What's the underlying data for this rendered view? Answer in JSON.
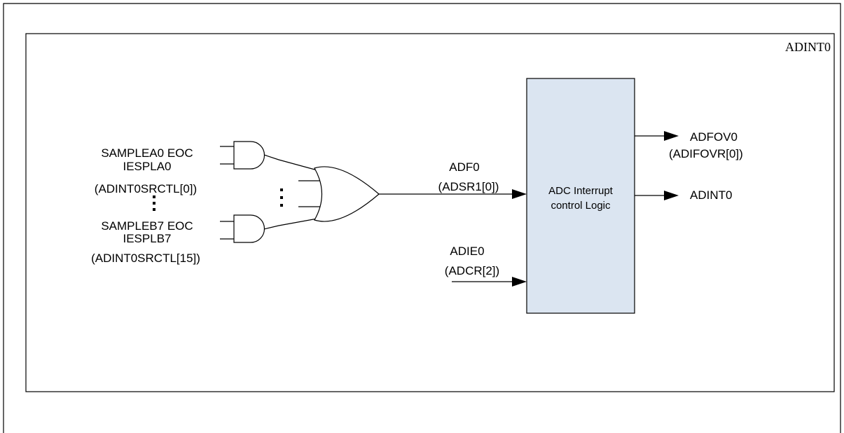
{
  "diagram": {
    "box_label": "ADINT0",
    "inputs": {
      "a0_line1": "SAMPLEA0 EOC",
      "a0_line2": "IESPLA0",
      "a0_line3": "(ADINT0SRCTL[0])",
      "b7_line1": "SAMPLEB7 EOC",
      "b7_line2": "IESPLB7",
      "b7_line3": "(ADINT0SRCTL[15])"
    },
    "adf": {
      "name": "ADF0",
      "reg": "(ADSR1[0])"
    },
    "adie": {
      "name": "ADIE0",
      "reg": "(ADCR[2])"
    },
    "logic": {
      "line1": "ADC Interrupt",
      "line2": "control Logic"
    },
    "outputs": {
      "adfov_name": "ADFOV0",
      "adfov_reg": "(ADIFOVR[0])",
      "adint": "ADINT0"
    },
    "colors": {
      "logic_fill": "#dbe5f1",
      "stroke": "#000000"
    }
  }
}
